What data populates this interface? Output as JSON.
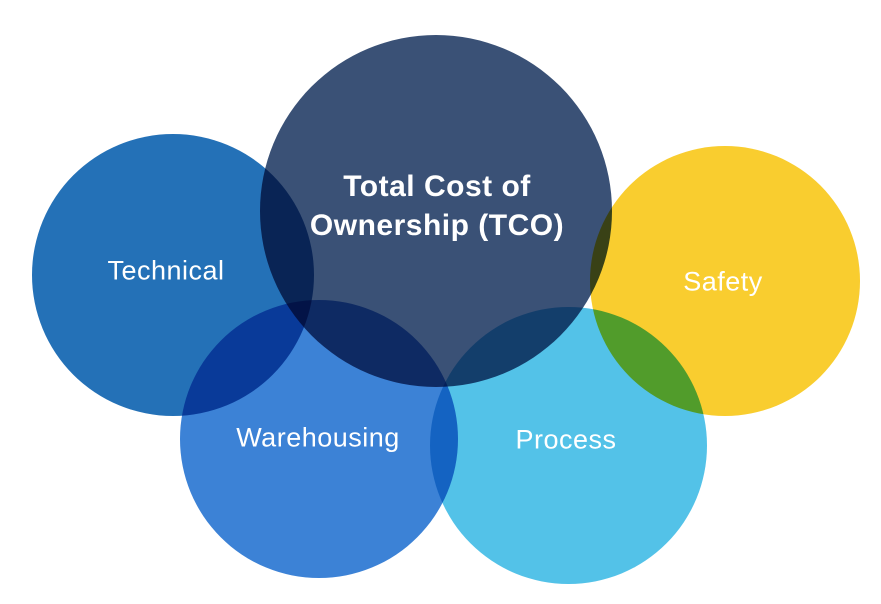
{
  "diagram": {
    "background_color": "#ffffff",
    "text_color": "#ffffff",
    "center_circle": {
      "id": "tco",
      "label": "Total Cost of Ownership (TCO)",
      "color": "#3a5176"
    },
    "circles": [
      {
        "id": "technical",
        "label": "Technical",
        "color": "#2471b7"
      },
      {
        "id": "safety",
        "label": "Safety",
        "color": "#f9cd2f"
      },
      {
        "id": "warehousing",
        "label": "Warehousing",
        "color": "#3c82d6"
      },
      {
        "id": "process",
        "label": "Process",
        "color": "#53c2e8"
      }
    ]
  }
}
